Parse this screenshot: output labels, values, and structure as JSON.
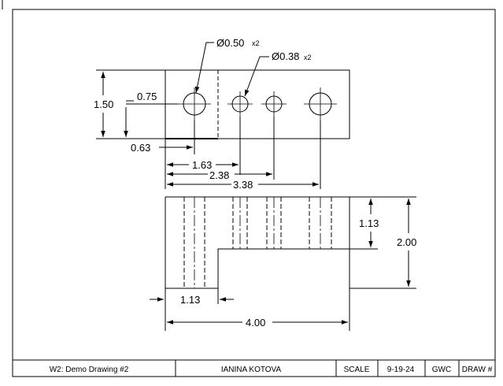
{
  "callouts": {
    "large_hole": "Ø0.50",
    "large_hole_qty": "x2",
    "small_hole": "Ø0.38",
    "small_hole_qty": "x2"
  },
  "top_view": {
    "height": "1.50",
    "hole_center_y": "0.75",
    "hole1_x": "0.63",
    "hole2_x": "1.63",
    "hole3_x": "2.38",
    "hole4_x": "3.38"
  },
  "front_view": {
    "step_height": "1.13",
    "total_height": "2.00",
    "step_width": "1.13",
    "total_width": "4.00"
  },
  "title_block": {
    "title": "W2: Demo Drawing #2",
    "author": "IANINA KOTOVA",
    "scale_label": "SCALE",
    "date": "9-19-24",
    "checker": "GWC",
    "drawing_no": "DRAW #"
  }
}
